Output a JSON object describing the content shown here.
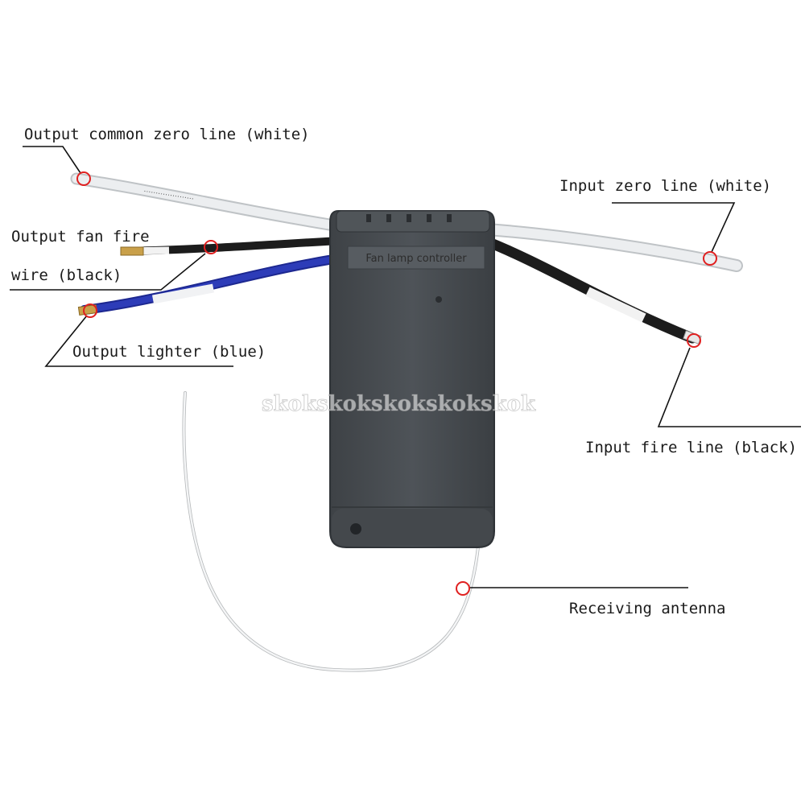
{
  "labels": {
    "output_common_zero": "Output common zero line (white)",
    "output_fan_fire_1": "Output fan fire",
    "output_fan_fire_2": "wire (black)",
    "output_lighter": "Output lighter (blue)",
    "input_zero": "Input zero line (white)",
    "input_fire": "Input fire line (black)",
    "antenna": "Receiving antenna"
  },
  "device": {
    "label": "Fan lamp controller"
  },
  "watermark": "skokskokskokskokskok",
  "colors": {
    "housing": "#4a4f54",
    "housing_edge": "#2f3337",
    "wire_white": "#e6e8ea",
    "wire_black": "#1c1c1c",
    "wire_blue": "#2634a8",
    "marker": "#e02020"
  }
}
